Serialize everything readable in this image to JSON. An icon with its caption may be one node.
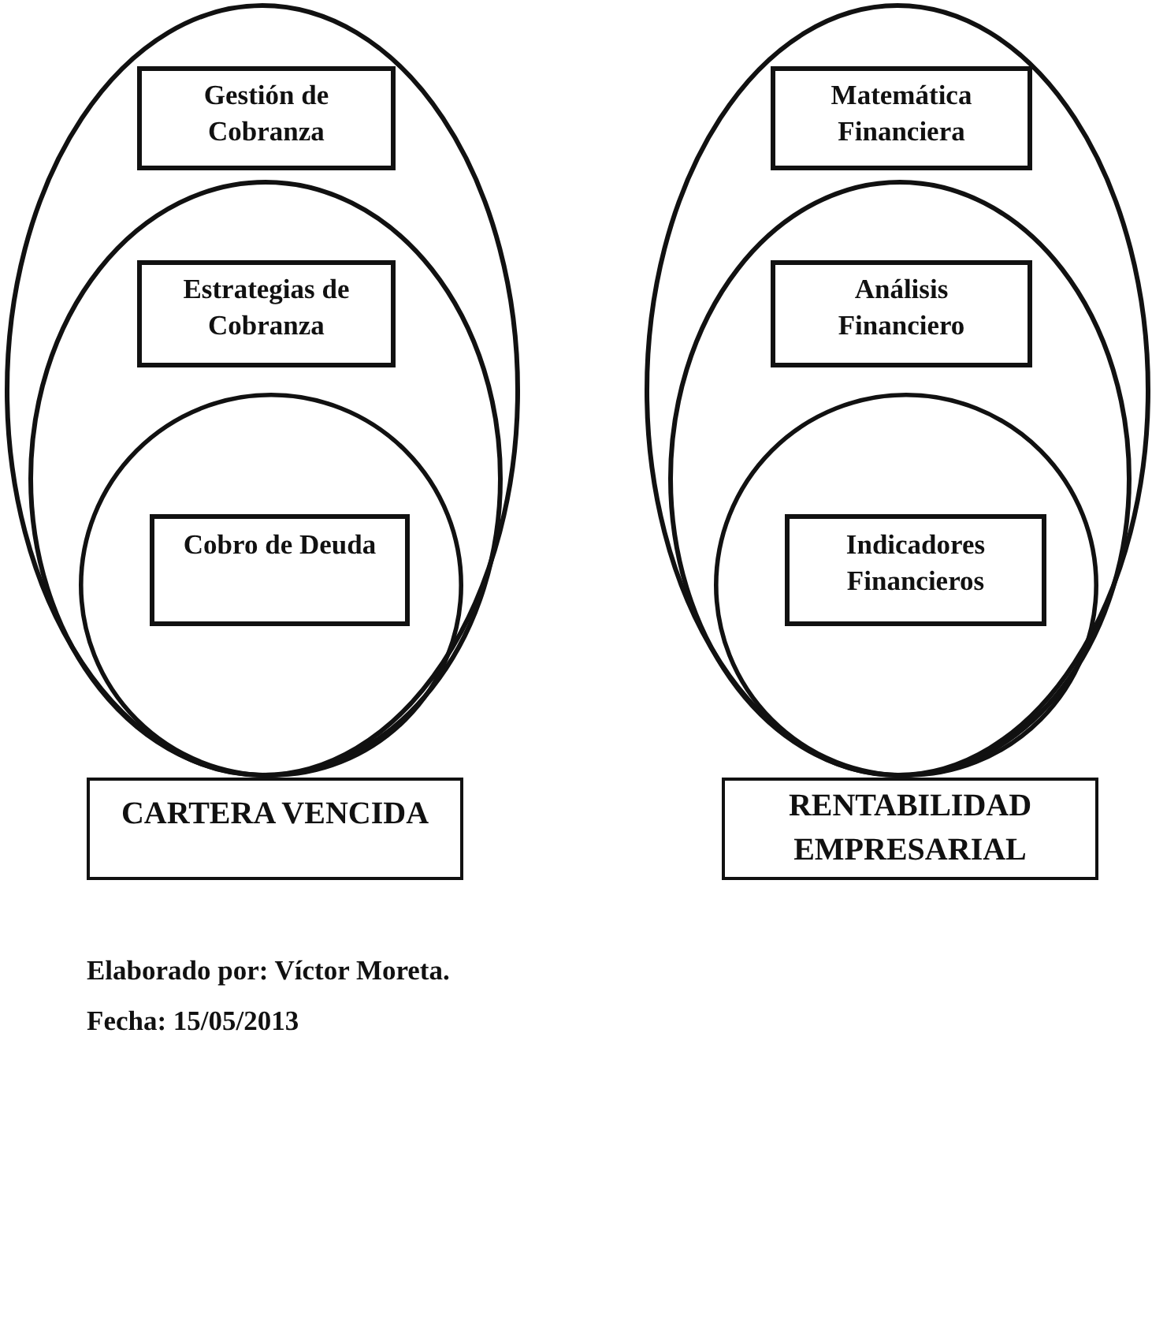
{
  "diagram": {
    "nodes": [
      {
        "text": [],
        "shape": "ellipse"
      },
      {
        "text": [
          "Gestión de Cobranza"
        ],
        "in": 0
      },
      {
        "text": [],
        "shape": "ellipse",
        "in": 0
      },
      {
        "text": [
          "Estrategias de Cobranza"
        ],
        "in": 2
      },
      {
        "text": [],
        "shape": "circle",
        "in": 2
      },
      {
        "text": [
          "Cobro de Deuda"
        ],
        "in": 4
      },
      {
        "text": [
          "CARTERA VENCIDA"
        ]
      },
      {
        "text": [],
        "shape": "ellipse"
      },
      {
        "text": [
          "Matemática Financiera"
        ],
        "in": 7
      },
      {
        "text": [],
        "shape": "ellipse",
        "in": 7
      },
      {
        "text": [
          "Análisis Financiero"
        ],
        "in": 9
      },
      {
        "text": [],
        "shape": "circle",
        "in": 9
      },
      {
        "text": [
          "Indicadores Financieros"
        ],
        "in": 11
      },
      {
        "text": [
          "RENTABILIDAD EMPRESARIAL"
        ]
      }
    ],
    "labels": [
      "Elaborado por: Víctor Moreta.",
      "Fecha: 15/05/2013"
    ]
  }
}
